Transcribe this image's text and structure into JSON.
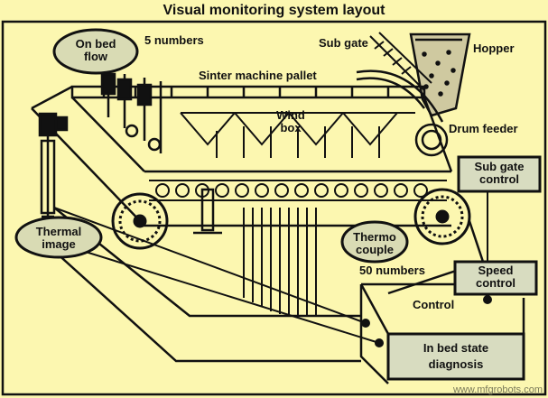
{
  "title": "Visual monitoring system layout",
  "labels": {
    "on_bed_flow_line1": "On bed",
    "on_bed_flow_line2": "flow",
    "five_numbers": "5 numbers",
    "sub_gate": "Sub gate",
    "hopper": "Hopper",
    "sinter_pallet": "Sinter machine pallet",
    "wind_box_line1": "Wind",
    "wind_box_line2": "box",
    "drum_feeder": "Drum feeder",
    "sub_gate_control_line1": "Sub gate",
    "sub_gate_control_line2": "control",
    "thermal_image_line1": "Thermal",
    "thermal_image_line2": "image",
    "thermo_couple_line1": "Thermo",
    "thermo_couple_line2": "couple",
    "fifty_numbers": "50 numbers",
    "speed_control_line1": "Speed",
    "speed_control_line2": "control",
    "control": "Control",
    "in_bed_line1": "In bed state",
    "in_bed_line2": "diagnosis"
  },
  "watermark": "www.mfgrobots.com",
  "colors": {
    "background": "#fcf7b0",
    "ellipse_fill": "#d9dbb4",
    "box_fill": "#d8dcc0",
    "ink": "#111111"
  }
}
